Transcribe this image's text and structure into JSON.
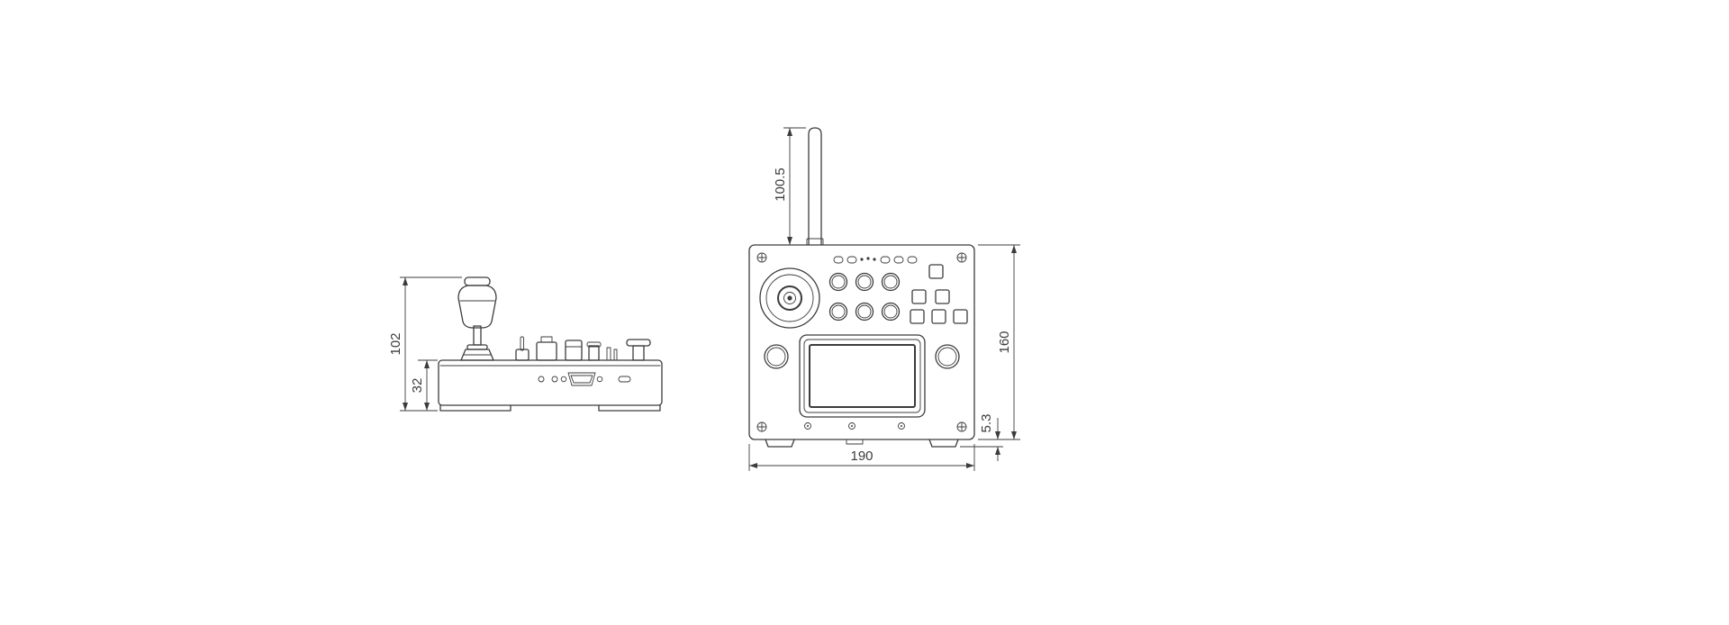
{
  "colors": {
    "line": "#3c3c3c",
    "background": "#ffffff"
  },
  "side_view": {
    "dim_total_height": "102",
    "dim_base_height": "32"
  },
  "front_view": {
    "dim_antenna_height": "100.5",
    "dim_body_height": "160",
    "dim_body_width": "190",
    "dim_foot_height": "5.3"
  }
}
